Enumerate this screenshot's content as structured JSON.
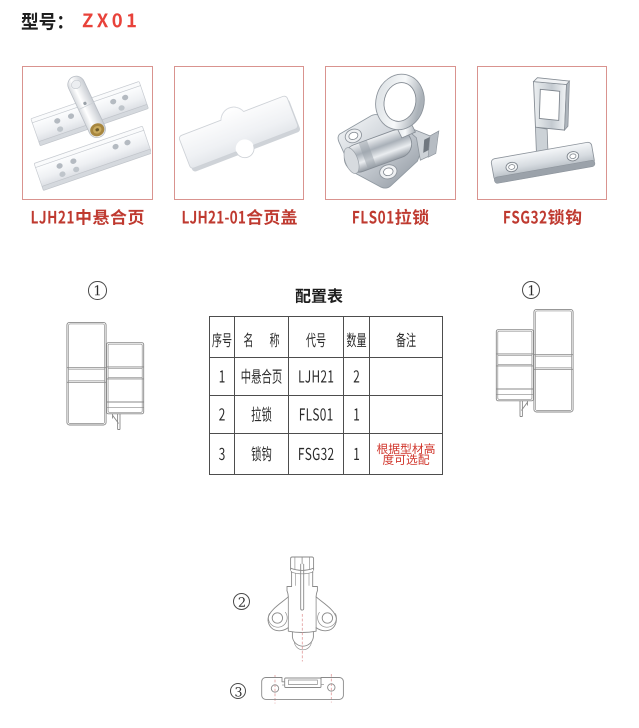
{
  "page": {
    "background": "#ffffff",
    "header": {
      "model_label": "型号：",
      "model_value": "ZX01"
    }
  },
  "colors": {
    "title_black": "#1f1f1f",
    "model_red": "#e8423a",
    "label_red": "#bf3a30",
    "remark_red": "#d0342a",
    "box_border_pink": "#d9938f",
    "table_line": "#4d4d4d",
    "table_text": "#2b2b2b",
    "drawing_line": "#8a8a8a",
    "centerline_red": "#e09a9a"
  },
  "products": [
    {
      "label": "LJH21中悬合页",
      "photo": "hinge"
    },
    {
      "label": "LJH21-01合页盖",
      "photo": "hinge-cover"
    },
    {
      "label": "FLS01拉锁",
      "photo": "pull-latch"
    },
    {
      "label": "FSG32锁钩",
      "photo": "lock-hook"
    }
  ],
  "config_table": {
    "title": "配置表",
    "columns": [
      "序号",
      "名　称",
      "代号",
      "数量",
      "备注"
    ],
    "rows": [
      {
        "index": "1",
        "name": "中悬合页",
        "code": "LJH21",
        "qty": "2",
        "remark": ""
      },
      {
        "index": "2",
        "name": "拉锁",
        "code": "FLS01",
        "qty": "1",
        "remark": ""
      },
      {
        "index": "3",
        "name": "锁钩",
        "code": "FSG32",
        "qty": "1",
        "remark": "根据型材高度可选配"
      }
    ]
  },
  "callouts": {
    "left_assembly": {
      "label": "①",
      "digit": "1"
    },
    "right_assembly": {
      "label": "①",
      "digit": "1"
    },
    "latch_front": {
      "label": "②",
      "digit": "2"
    },
    "keeper_plate": {
      "label": "③",
      "digit": "3"
    }
  },
  "diagrams": {
    "left_assembly": "中悬合页安装位置图(左)",
    "right_assembly": "中悬合页安装位置图(右)",
    "latch_front": "拉锁正视图",
    "keeper_plate": "锁钩座正视图"
  }
}
